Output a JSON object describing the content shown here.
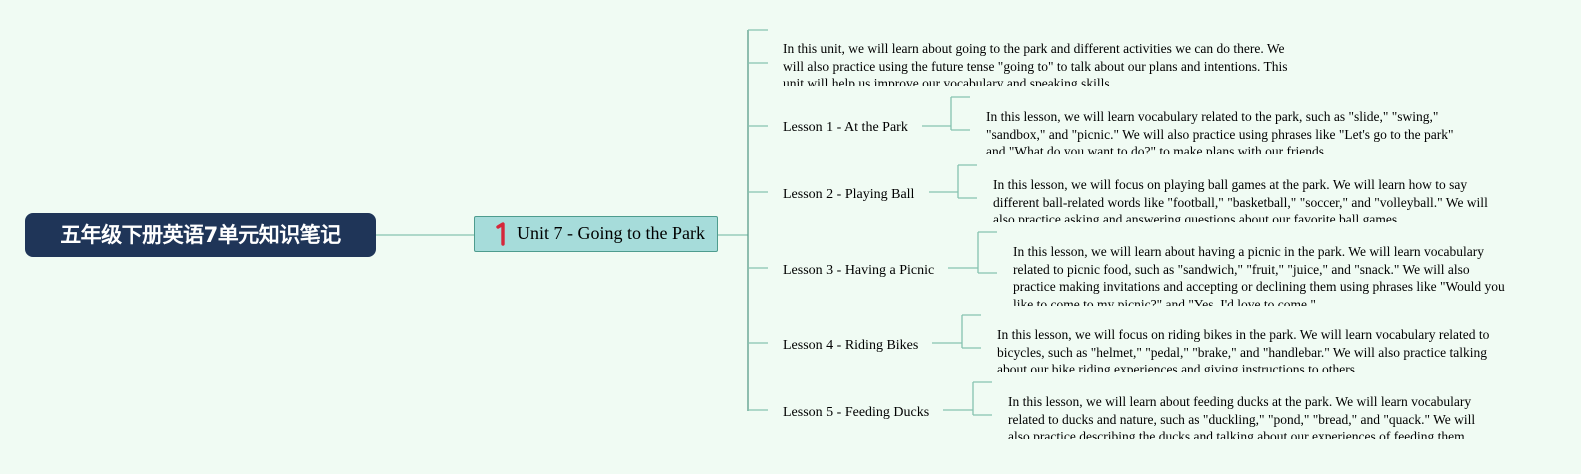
{
  "root": {
    "title": "五年级下册英语7单元知识笔记"
  },
  "unit": {
    "number": "1",
    "title": "Unit 7 - Going to the Park"
  },
  "intro": {
    "text": "In this unit, we will learn about going to the park and different activities we can do there. We will also practice using the future tense \"going to\" to talk about our plans and intentions. This unit will help us improve our vocabulary and speaking skills."
  },
  "lessons": [
    {
      "label": "Lesson 1 - At the Park",
      "note": "In this lesson, we will learn vocabulary related to the park, such as \"slide,\" \"swing,\" \"sandbox,\" and \"picnic.\" We will also practice using phrases like \"Let's go to the park\" and \"What do you want to do?\" to make plans with our friends."
    },
    {
      "label": "Lesson 2 - Playing Ball",
      "note": "In this lesson, we will focus on playing ball games at the park. We will learn how to say different ball-related words like \"football,\" \"basketball,\" \"soccer,\" and \"volleyball.\" We will also practice asking and answering questions about our favorite ball games."
    },
    {
      "label": "Lesson 3 - Having a Picnic",
      "note": "In this lesson, we will learn about having a picnic in the park. We will learn vocabulary related to picnic food, such as \"sandwich,\" \"fruit,\" \"juice,\" and \"snack.\" We will also practice making invitations and accepting or declining them using phrases like \"Would you like to come to my picnic?\" and \"Yes, I'd love to come.\""
    },
    {
      "label": "Lesson 4 - Riding Bikes",
      "note": "In this lesson, we will focus on riding bikes in the park. We will learn vocabulary related to bicycles, such as \"helmet,\" \"pedal,\" \"brake,\" and \"handlebar.\" We will also practice talking about our bike riding experiences and giving instructions to others."
    },
    {
      "label": "Lesson 5 - Feeding Ducks",
      "note": "In this lesson, we will learn about feeding ducks at the park. We will learn vocabulary related to ducks and nature, such as \"duckling,\" \"pond,\" \"bread,\" and \"quack.\" We will also practice describing the ducks and talking about our experiences of feeding them."
    }
  ],
  "colors": {
    "background": "#f0fbf3",
    "root_fill": "#1f3558",
    "unit_fill": "#a6dcda",
    "unit_border": "#4e9c8e",
    "connector": "#86c3b0",
    "number_icon": "#d5273a"
  },
  "icons": {
    "unit_number": "number-one-icon"
  }
}
